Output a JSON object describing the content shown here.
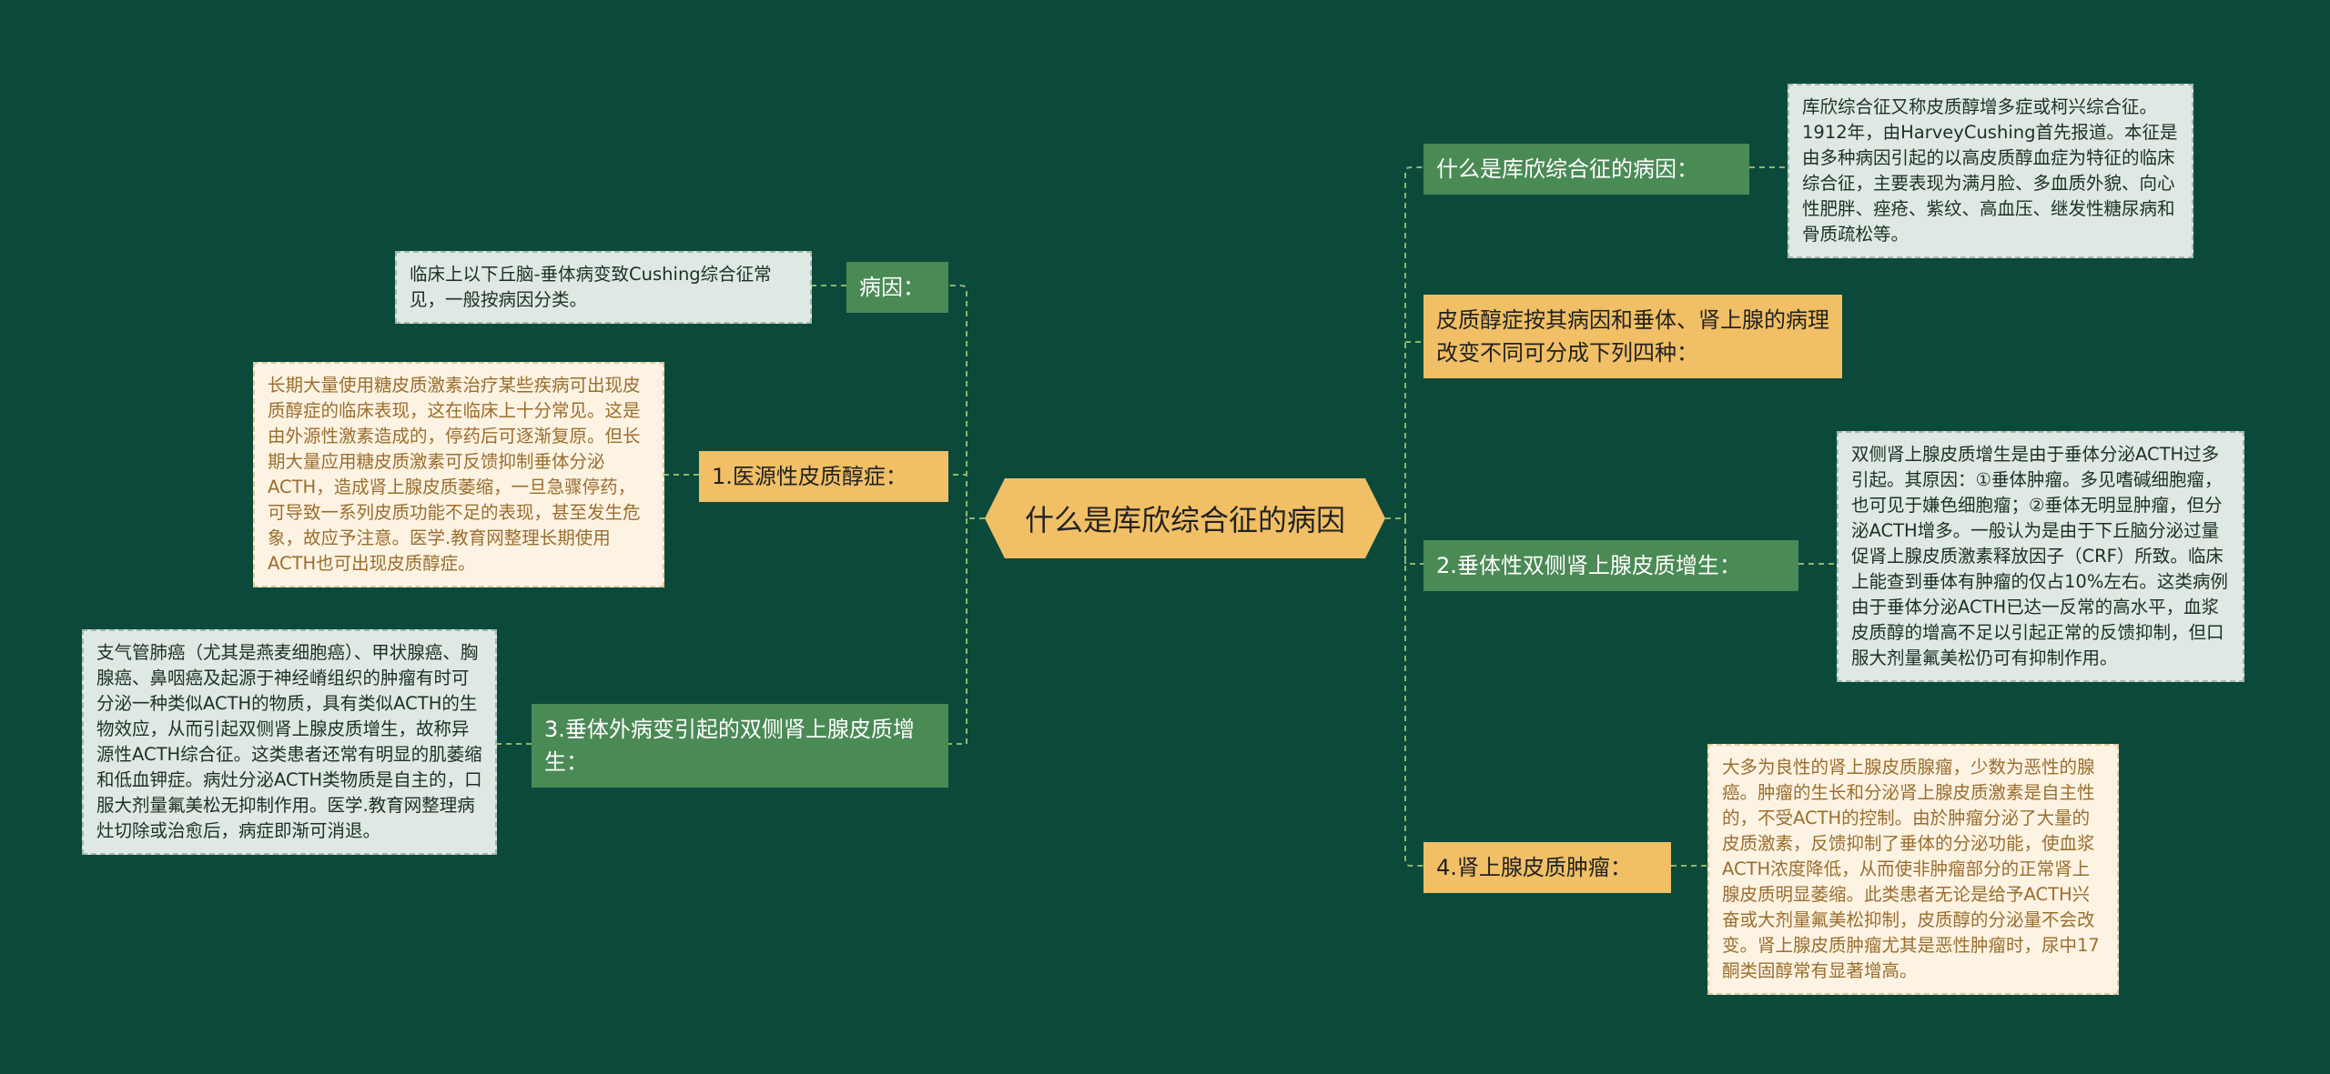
{
  "center": {
    "title": "什么是库欣综合征的病因"
  },
  "right": {
    "b1": {
      "label": "什么是库欣综合征的病因：",
      "detail": "库欣综合征又称皮质醇增多症或柯兴综合征。1912年，由HarveyCushing首先报道。本征是由多种病因引起的以高皮质醇血症为特征的临床综合征，主要表现为满月脸、多血质外貌、向心性肥胖、痤疮、紫纹、高血压、继发性糖尿病和骨质疏松等。"
    },
    "b2": {
      "label": "皮质醇症按其病因和垂体、肾上腺的病理改变不同可分成下列四种："
    },
    "b3": {
      "label": "2.垂体性双侧肾上腺皮质增生：",
      "detail": "双侧肾上腺皮质增生是由于垂体分泌ACTH过多引起。其原因：①垂体肿瘤。多见嗜碱细胞瘤，也可见于嫌色细胞瘤；②垂体无明显肿瘤，但分泌ACTH增多。一般认为是由于下丘脑分泌过量促肾上腺皮质激素释放因子（CRF）所致。临床上能查到垂体有肿瘤的仅占10%左右。这类病例由于垂体分泌ACTH已达一反常的高水平，血浆皮质醇的增高不足以引起正常的反馈抑制，但口服大剂量氟美松仍可有抑制作用。"
    },
    "b4": {
      "label": "4.肾上腺皮质肿瘤：",
      "detail": "大多为良性的肾上腺皮质腺瘤，少数为恶性的腺癌。肿瘤的生长和分泌肾上腺皮质激素是自主性的，不受ACTH的控制。由於肿瘤分泌了大量的皮质激素，反馈抑制了垂体的分泌功能，使血浆ACTH浓度降低，从而使非肿瘤部分的正常肾上腺皮质明显萎缩。此类患者无论是给予ACTH兴奋或大剂量氟美松抑制，皮质醇的分泌量不会改变。肾上腺皮质肿瘤尤其是恶性肿瘤时，尿中17酮类固醇常有显著增高。"
    }
  },
  "left": {
    "b1": {
      "label": "病因：",
      "detail": "临床上以下丘脑-垂体病变致Cushing综合征常见，一般按病因分类。"
    },
    "b2": {
      "label": "1.医源性皮质醇症：",
      "detail": "长期大量使用糖皮质激素治疗某些疾病可出现皮质醇症的临床表现，这在临床上十分常见。这是由外源性激素造成的，停药后可逐渐复原。但长期大量应用糖皮质激素可反馈抑制垂体分泌ACTH，造成肾上腺皮质萎缩，一旦急骤停药，可导致一系列皮质功能不足的表现，甚至发生危象，故应予注意。医学.教育网整理长期使用ACTH也可出现皮质醇症。"
    },
    "b3": {
      "label": "3.垂体外病变引起的双侧肾上腺皮质增生：",
      "detail": "支气管肺癌（尤其是燕麦细胞癌）、甲状腺癌、胸腺癌、鼻咽癌及起源于神经嵴组织的肿瘤有时可分泌一种类似ACTH的物质，具有类似ACTH的生物效应，从而引起双侧肾上腺皮质增生，故称异源性ACTH综合征。这类患者还常有明显的肌萎缩和低血钾症。病灶分泌ACTH类物质是自主的，口服大剂量氟美松无抑制作用。医学.教育网整理病灶切除或治愈后，病症即渐可消退。"
    }
  },
  "colors": {
    "background": "#0b4a3a",
    "green_node": "#4a8a55",
    "orange_node": "#f0bf66",
    "connector": "#8fb56a"
  }
}
